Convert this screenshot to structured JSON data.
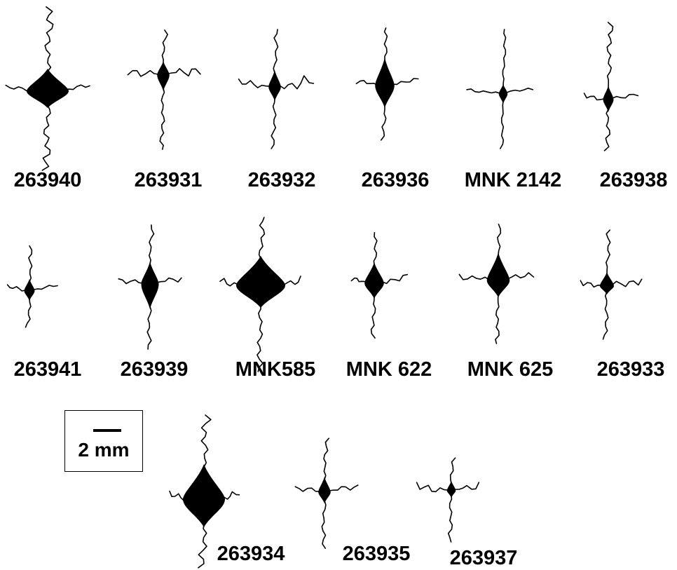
{
  "figure": {
    "specimens": [
      {
        "id": "263940",
        "label": "263940"
      },
      {
        "id": "263931",
        "label": "263931"
      },
      {
        "id": "263932",
        "label": "263932"
      },
      {
        "id": "263936",
        "label": "263936"
      },
      {
        "id": "MNK 2142",
        "label": "MNK 2142"
      },
      {
        "id": "263938",
        "label": "263938"
      },
      {
        "id": "263941",
        "label": "263941"
      },
      {
        "id": "263939",
        "label": "263939"
      },
      {
        "id": "MNK585",
        "label": "MNK585"
      },
      {
        "id": "MNK 622",
        "label": "MNK 622"
      },
      {
        "id": "MNK 625",
        "label": "MNK 625"
      },
      {
        "id": "263933",
        "label": "263933"
      },
      {
        "id": "263934",
        "label": "263934"
      },
      {
        "id": "263935",
        "label": "263935"
      },
      {
        "id": "263937",
        "label": "263937"
      }
    ],
    "scale_bar": {
      "label": "2 mm"
    },
    "colors": {
      "ink": "#000000",
      "background": "#ffffff"
    }
  }
}
